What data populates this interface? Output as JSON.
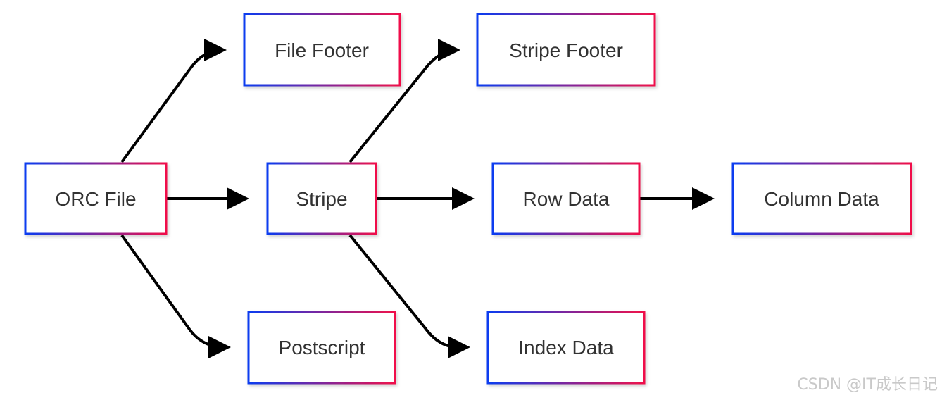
{
  "colors": {
    "border_start": "#0a3cf0",
    "border_end": "#f0104a",
    "text": "#333333",
    "edge": "#000000",
    "watermark": "#c9c9c9"
  },
  "nodes": {
    "orc_file": {
      "label": "ORC File"
    },
    "file_footer": {
      "label": "File Footer"
    },
    "stripe": {
      "label": "Stripe"
    },
    "postscript": {
      "label": "Postscript"
    },
    "stripe_footer": {
      "label": "Stripe Footer"
    },
    "row_data": {
      "label": "Row Data"
    },
    "index_data": {
      "label": "Index Data"
    },
    "column_data": {
      "label": "Column Data"
    }
  },
  "edges": [
    {
      "from": "orc_file",
      "to": "file_footer"
    },
    {
      "from": "orc_file",
      "to": "stripe"
    },
    {
      "from": "orc_file",
      "to": "postscript"
    },
    {
      "from": "stripe",
      "to": "stripe_footer"
    },
    {
      "from": "stripe",
      "to": "row_data"
    },
    {
      "from": "stripe",
      "to": "index_data"
    },
    {
      "from": "row_data",
      "to": "column_data"
    }
  ],
  "watermark": "CSDN @IT成长日记"
}
